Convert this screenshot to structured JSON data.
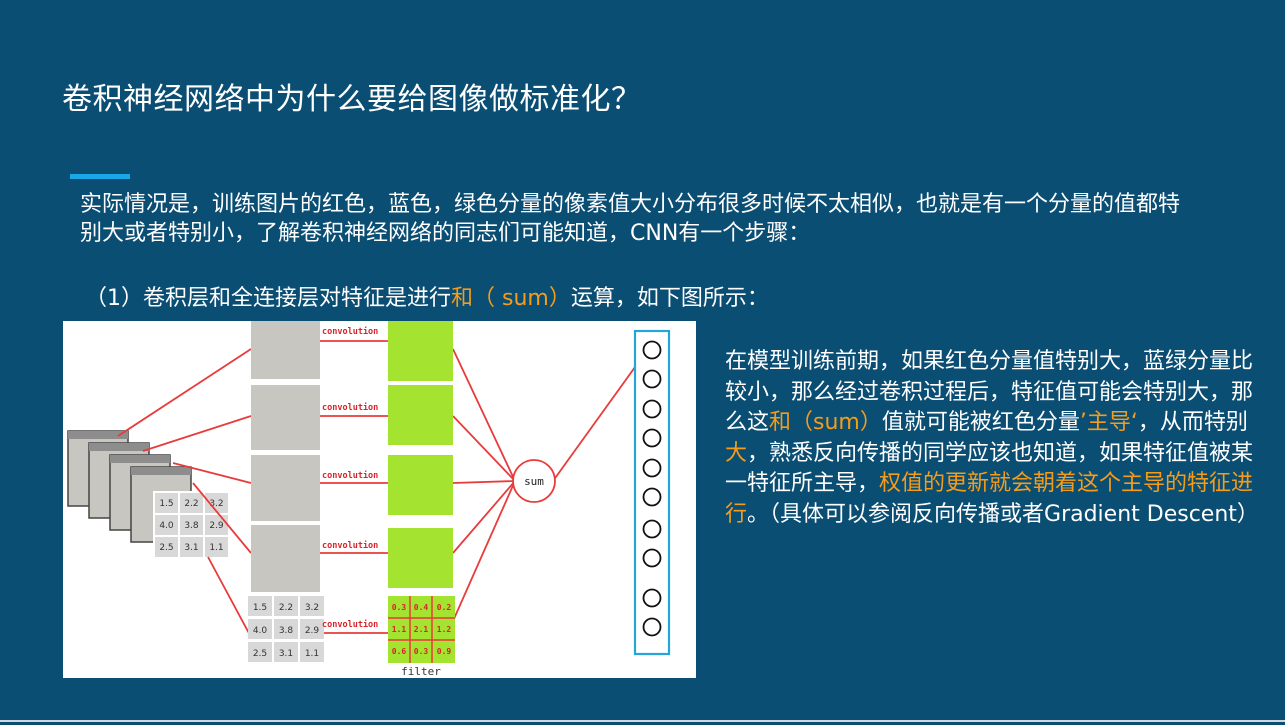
{
  "title": "卷积神经网络中为什么要给图像做标准化？",
  "intro": "实际情况是，训练图片的红色，蓝色，绿色分量的像素值大小分布很多时候不太相似，也就是有一个分量的值都特别大或者特别小，了解卷积神经网络的同志们可能知道，CNN有一个步骤：",
  "step": {
    "prefix": "（1）卷积层和全连接层对特征是进行",
    "highlight": "和（ sum）",
    "suffix": "运算，如下图所示："
  },
  "diagram": {
    "conv_labels": [
      "convolution",
      "convolution",
      "convolution",
      "convolution",
      "convolution"
    ],
    "sum_label": "sum",
    "filter_label": "filter",
    "input_matrix": [
      "1.5",
      "2.2",
      "3.2",
      "4.0",
      "3.8",
      "2.9",
      "2.5",
      "3.1",
      "1.1"
    ],
    "feature_matrix": [
      "1.5",
      "2.2",
      "3.2",
      "4.0",
      "3.8",
      "2.9",
      "2.5",
      "3.1",
      "1.1"
    ],
    "filter_matrix": [
      "0.3",
      "0.4",
      "0.2",
      "1.1",
      "2.1",
      "1.2",
      "0.6",
      "0.3",
      "0.9"
    ],
    "colors": {
      "gray_map": "#c8c6c1",
      "green_map": "#a4e32f",
      "red_line": "#e83b3b",
      "output_box": "#25a6d9"
    }
  },
  "side": {
    "p1": "在模型训练前期，如果红色分量值特别大，蓝绿分量比较小，那么经过卷积过程后，特征值可能会特别大，那么这",
    "h1": "和（sum）",
    "p2": "值就可能被红色分量",
    "h2": "’主导‘",
    "p3": "，从而特别",
    "h3": "大",
    "p4": "，熟悉反向传播的同学应该也知道，如果特征值被某一特征所主导，",
    "h4": "权值的更新就会朝着这个主导的特征进行",
    "p5": "。（具体可以参阅反向传播或者Gradient Descent）"
  }
}
